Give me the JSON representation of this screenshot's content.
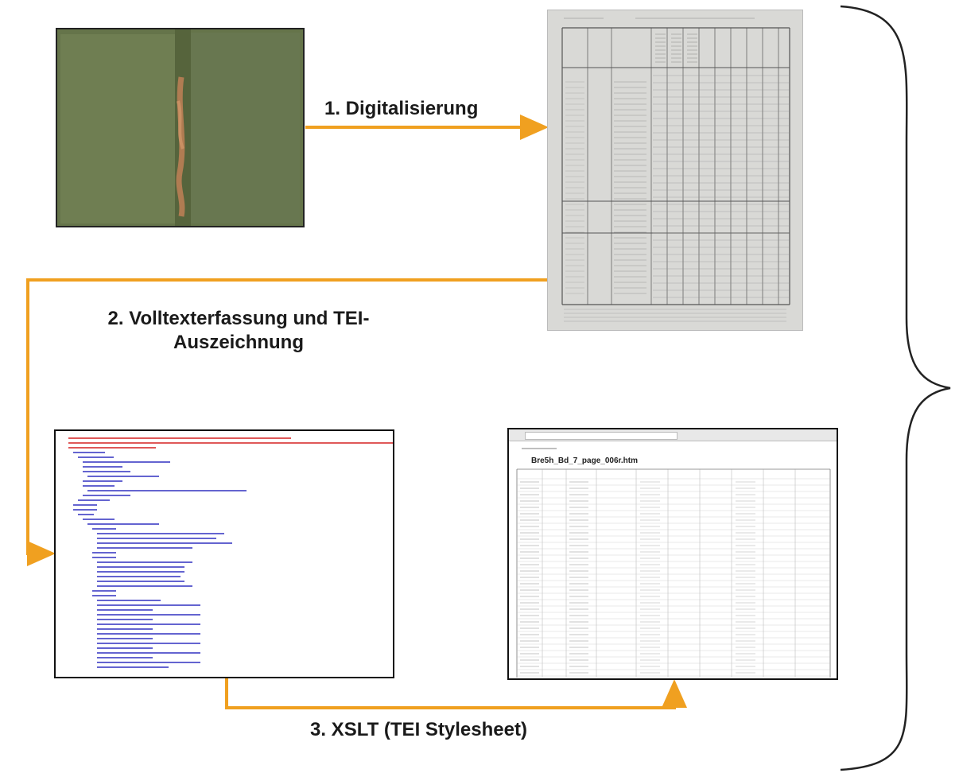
{
  "steps": {
    "step1": "1. Digitalisierung",
    "step2_line1": "2. Volltexterfassung und TEI-",
    "step2_line2": "Auszeichnung",
    "step3": "3. XSLT (TEI Stylesheet)"
  },
  "html_view": {
    "title": "Bre5h_Bd_7_page_006r.htm"
  },
  "colors": {
    "arrow": "#f0a020",
    "book_cover": "#6a7a47",
    "scan_paper": "#d9d9d6",
    "xml_markup": "#d42020",
    "xml_text": "#3030c0",
    "brace": "#222222"
  }
}
